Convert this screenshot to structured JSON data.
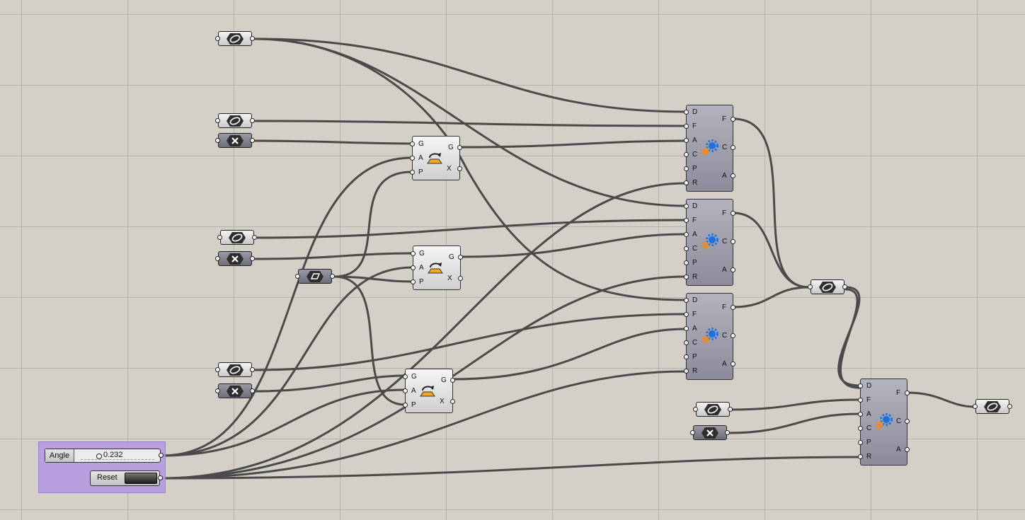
{
  "colors": {
    "canvas": "#d4d0c8",
    "wire": "#4a4a4a",
    "group": "#b496e1"
  },
  "slider": {
    "name": "Angle",
    "value": "0.232"
  },
  "button": {
    "name": "Reset"
  },
  "params": [
    {
      "id": "geo-param-1",
      "icon": "geometry-icon"
    },
    {
      "id": "geo-param-2",
      "icon": "geometry-icon"
    },
    {
      "id": "num-param-1",
      "icon": "number-x-icon"
    },
    {
      "id": "geo-param-3",
      "icon": "geometry-icon"
    },
    {
      "id": "num-param-2",
      "icon": "number-x-icon"
    },
    {
      "id": "plane-param",
      "icon": "plane-icon"
    },
    {
      "id": "geo-param-4",
      "icon": "geometry-icon"
    },
    {
      "id": "num-param-3",
      "icon": "number-x-icon"
    },
    {
      "id": "geo-param-merge",
      "icon": "geometry-icon"
    },
    {
      "id": "geo-param-5",
      "icon": "geometry-icon"
    },
    {
      "id": "num-param-4",
      "icon": "number-x-icon"
    },
    {
      "id": "geo-param-out",
      "icon": "geometry-icon"
    }
  ],
  "rotate_component": {
    "icon": "rotate-icon",
    "inputs": [
      "G",
      "A",
      "P"
    ],
    "outputs": [
      "G",
      "X"
    ]
  },
  "anemone_component": {
    "icon": "loop-gear-icon",
    "inputs": [
      "D",
      "F",
      "A",
      "C",
      "P",
      "R"
    ],
    "outputs": [
      "F",
      "C",
      "A"
    ]
  }
}
